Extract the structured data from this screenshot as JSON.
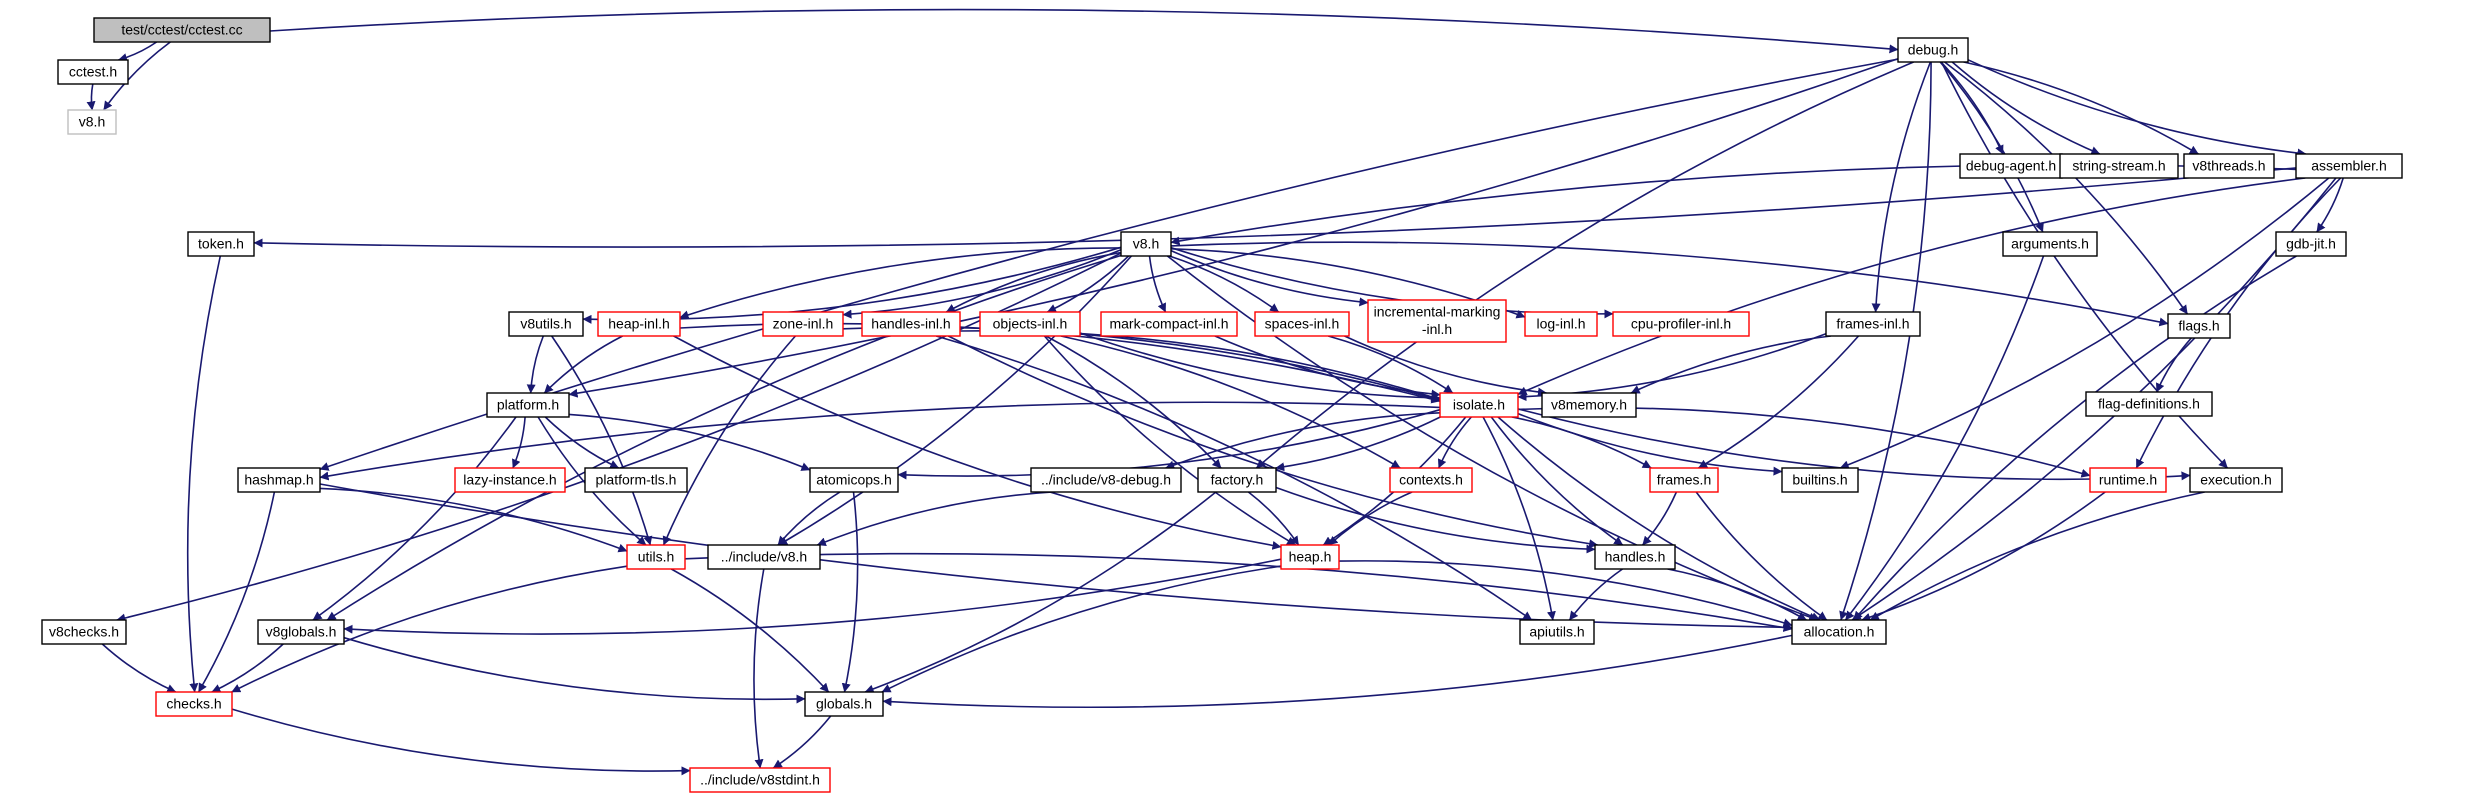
{
  "colors": {
    "edge": "#191970",
    "normal_border": "#000000",
    "incomplete_border": "#ff0000",
    "external_border": "#bfbfbf",
    "root_fill": "#bfbfbf",
    "background": "#ffffff"
  },
  "nodes": [
    {
      "id": "cctest_cc",
      "label": "test/cctest/cctest.cc",
      "style": "root"
    },
    {
      "id": "cctest_h",
      "label": "cctest.h",
      "style": "normal"
    },
    {
      "id": "v8_h_ext",
      "label": "v8.h",
      "style": "external"
    },
    {
      "id": "debug_h",
      "label": "debug.h",
      "style": "normal"
    },
    {
      "id": "debug_agent_h",
      "label": "debug-agent.h",
      "style": "normal"
    },
    {
      "id": "string_stream_h",
      "label": "string-stream.h",
      "style": "normal"
    },
    {
      "id": "v8threads_h",
      "label": "v8threads.h",
      "style": "normal"
    },
    {
      "id": "assembler_h",
      "label": "assembler.h",
      "style": "normal"
    },
    {
      "id": "token_h",
      "label": "token.h",
      "style": "normal"
    },
    {
      "id": "v8_h",
      "label": "v8.h",
      "style": "normal"
    },
    {
      "id": "arguments_h",
      "label": "arguments.h",
      "style": "normal"
    },
    {
      "id": "gdb_jit_h",
      "label": "gdb-jit.h",
      "style": "normal"
    },
    {
      "id": "v8utils_h",
      "label": "v8utils.h",
      "style": "normal"
    },
    {
      "id": "heap_inl_h",
      "label": "heap-inl.h",
      "style": "incomplete"
    },
    {
      "id": "zone_inl_h",
      "label": "zone-inl.h",
      "style": "incomplete"
    },
    {
      "id": "handles_inl_h",
      "label": "handles-inl.h",
      "style": "incomplete"
    },
    {
      "id": "objects_inl_h",
      "label": "objects-inl.h",
      "style": "incomplete"
    },
    {
      "id": "mark_compact_inl_h",
      "label": "mark-compact-inl.h",
      "style": "incomplete"
    },
    {
      "id": "spaces_inl_h",
      "label": "spaces-inl.h",
      "style": "incomplete"
    },
    {
      "id": "incremental_marking_inl_h",
      "label": "incremental-marking",
      "label2": "-inl.h",
      "style": "incomplete"
    },
    {
      "id": "log_inl_h",
      "label": "log-inl.h",
      "style": "incomplete"
    },
    {
      "id": "cpu_profiler_inl_h",
      "label": "cpu-profiler-inl.h",
      "style": "incomplete"
    },
    {
      "id": "frames_inl_h",
      "label": "frames-inl.h",
      "style": "normal"
    },
    {
      "id": "flags_h",
      "label": "flags.h",
      "style": "normal"
    },
    {
      "id": "flag_definitions_h",
      "label": "flag-definitions.h",
      "style": "normal"
    },
    {
      "id": "platform_h",
      "label": "platform.h",
      "style": "normal"
    },
    {
      "id": "isolate_h",
      "label": "isolate.h",
      "style": "incomplete"
    },
    {
      "id": "v8memory_h",
      "label": "v8memory.h",
      "style": "normal"
    },
    {
      "id": "hashmap_h",
      "label": "hashmap.h",
      "style": "normal"
    },
    {
      "id": "lazy_instance_h",
      "label": "lazy-instance.h",
      "style": "incomplete"
    },
    {
      "id": "platform_tls_h",
      "label": "platform-tls.h",
      "style": "normal"
    },
    {
      "id": "atomicops_h",
      "label": "atomicops.h",
      "style": "normal"
    },
    {
      "id": "include_v8_debug_h",
      "label": "../include/v8-debug.h",
      "style": "normal"
    },
    {
      "id": "factory_h",
      "label": "factory.h",
      "style": "normal"
    },
    {
      "id": "contexts_h",
      "label": "contexts.h",
      "style": "incomplete"
    },
    {
      "id": "frames_h",
      "label": "frames.h",
      "style": "incomplete"
    },
    {
      "id": "builtins_h",
      "label": "builtins.h",
      "style": "normal"
    },
    {
      "id": "runtime_h",
      "label": "runtime.h",
      "style": "incomplete"
    },
    {
      "id": "execution_h",
      "label": "execution.h",
      "style": "normal"
    },
    {
      "id": "utils_h",
      "label": "utils.h",
      "style": "incomplete"
    },
    {
      "id": "include_v8_h",
      "label": "../include/v8.h",
      "style": "normal"
    },
    {
      "id": "heap_h",
      "label": "heap.h",
      "style": "incomplete"
    },
    {
      "id": "handles_h",
      "label": "handles.h",
      "style": "normal"
    },
    {
      "id": "v8checks_h",
      "label": "v8checks.h",
      "style": "normal"
    },
    {
      "id": "v8globals_h",
      "label": "v8globals.h",
      "style": "normal"
    },
    {
      "id": "apiutils_h",
      "label": "apiutils.h",
      "style": "normal"
    },
    {
      "id": "allocation_h",
      "label": "allocation.h",
      "style": "normal"
    },
    {
      "id": "checks_h",
      "label": "checks.h",
      "style": "incomplete"
    },
    {
      "id": "globals_h",
      "label": "globals.h",
      "style": "normal"
    },
    {
      "id": "include_v8stdint_h",
      "label": "../include/v8stdint.h",
      "style": "incomplete"
    }
  ],
  "edges": [
    [
      "cctest_cc",
      "cctest_h"
    ],
    [
      "cctest_cc",
      "v8_h_ext"
    ],
    [
      "cctest_cc",
      "debug_h"
    ],
    [
      "cctest_h",
      "v8_h_ext"
    ],
    [
      "debug_h",
      "debug_agent_h"
    ],
    [
      "debug_h",
      "string_stream_h"
    ],
    [
      "debug_h",
      "v8threads_h"
    ],
    [
      "debug_h",
      "assembler_h"
    ],
    [
      "debug_h",
      "arguments_h"
    ],
    [
      "debug_h",
      "frames_inl_h"
    ],
    [
      "debug_h",
      "flags_h"
    ],
    [
      "debug_h",
      "execution_h"
    ],
    [
      "debug_h",
      "allocation_h"
    ],
    [
      "debug_h",
      "hashmap_h"
    ],
    [
      "debug_h",
      "platform_h"
    ],
    [
      "debug_h",
      "factory_h"
    ],
    [
      "assembler_h",
      "token_h"
    ],
    [
      "assembler_h",
      "v8_h"
    ],
    [
      "assembler_h",
      "gdb_jit_h"
    ],
    [
      "assembler_h",
      "isolate_h"
    ],
    [
      "assembler_h",
      "builtins_h"
    ],
    [
      "assembler_h",
      "runtime_h"
    ],
    [
      "assembler_h",
      "allocation_h"
    ],
    [
      "token_h",
      "checks_h"
    ],
    [
      "arguments_h",
      "allocation_h"
    ],
    [
      "gdb_jit_h",
      "allocation_h"
    ],
    [
      "v8_h",
      "v8utils_h"
    ],
    [
      "v8_h",
      "heap_inl_h"
    ],
    [
      "v8_h",
      "zone_inl_h"
    ],
    [
      "v8_h",
      "handles_inl_h"
    ],
    [
      "v8_h",
      "objects_inl_h"
    ],
    [
      "v8_h",
      "mark_compact_inl_h"
    ],
    [
      "v8_h",
      "spaces_inl_h"
    ],
    [
      "v8_h",
      "incremental_marking_inl_h"
    ],
    [
      "v8_h",
      "log_inl_h"
    ],
    [
      "v8_h",
      "cpu_profiler_inl_h"
    ],
    [
      "v8_h",
      "flags_h"
    ],
    [
      "v8_h",
      "allocation_h"
    ],
    [
      "v8_h",
      "v8checks_h"
    ],
    [
      "v8_h",
      "v8globals_h"
    ],
    [
      "v8_h",
      "include_v8_h"
    ],
    [
      "v8utils_h",
      "platform_h"
    ],
    [
      "v8utils_h",
      "utils_h"
    ],
    [
      "heap_inl_h",
      "platform_h"
    ],
    [
      "heap_inl_h",
      "isolate_h"
    ],
    [
      "heap_inl_h",
      "heap_h"
    ],
    [
      "zone_inl_h",
      "isolate_h"
    ],
    [
      "zone_inl_h",
      "utils_h"
    ],
    [
      "handles_inl_h",
      "isolate_h"
    ],
    [
      "handles_inl_h",
      "handles_h"
    ],
    [
      "handles_inl_h",
      "apiutils_h"
    ],
    [
      "objects_inl_h",
      "isolate_h"
    ],
    [
      "objects_inl_h",
      "factory_h"
    ],
    [
      "objects_inl_h",
      "heap_h"
    ],
    [
      "objects_inl_h",
      "contexts_h"
    ],
    [
      "mark_compact_inl_h",
      "isolate_h"
    ],
    [
      "spaces_inl_h",
      "isolate_h"
    ],
    [
      "spaces_inl_h",
      "v8memory_h"
    ],
    [
      "frames_inl_h",
      "isolate_h"
    ],
    [
      "frames_inl_h",
      "v8memory_h"
    ],
    [
      "frames_inl_h",
      "frames_h"
    ],
    [
      "flags_h",
      "flag_definitions_h"
    ],
    [
      "platform_h",
      "lazy_instance_h"
    ],
    [
      "platform_h",
      "platform_tls_h"
    ],
    [
      "platform_h",
      "atomicops_h"
    ],
    [
      "platform_h",
      "utils_h"
    ],
    [
      "platform_h",
      "v8globals_h"
    ],
    [
      "isolate_h",
      "hashmap_h"
    ],
    [
      "isolate_h",
      "atomicops_h"
    ],
    [
      "isolate_h",
      "include_v8_debug_h"
    ],
    [
      "isolate_h",
      "factory_h"
    ],
    [
      "isolate_h",
      "contexts_h"
    ],
    [
      "isolate_h",
      "frames_h"
    ],
    [
      "isolate_h",
      "builtins_h"
    ],
    [
      "isolate_h",
      "runtime_h"
    ],
    [
      "isolate_h",
      "execution_h"
    ],
    [
      "isolate_h",
      "heap_h"
    ],
    [
      "isolate_h",
      "handles_h"
    ],
    [
      "isolate_h",
      "apiutils_h"
    ],
    [
      "isolate_h",
      "allocation_h"
    ],
    [
      "hashmap_h",
      "utils_h"
    ],
    [
      "hashmap_h",
      "allocation_h"
    ],
    [
      "hashmap_h",
      "checks_h"
    ],
    [
      "atomicops_h",
      "include_v8_h"
    ],
    [
      "atomicops_h",
      "globals_h"
    ],
    [
      "include_v8_debug_h",
      "include_v8_h"
    ],
    [
      "factory_h",
      "heap_h"
    ],
    [
      "factory_h",
      "handles_h"
    ],
    [
      "factory_h",
      "globals_h"
    ],
    [
      "contexts_h",
      "heap_h"
    ],
    [
      "frames_h",
      "handles_h"
    ],
    [
      "frames_h",
      "allocation_h"
    ],
    [
      "runtime_h",
      "allocation_h"
    ],
    [
      "execution_h",
      "allocation_h"
    ],
    [
      "utils_h",
      "globals_h"
    ],
    [
      "utils_h",
      "checks_h"
    ],
    [
      "utils_h",
      "allocation_h"
    ],
    [
      "include_v8_h",
      "include_v8stdint_h"
    ],
    [
      "heap_h",
      "v8globals_h"
    ],
    [
      "heap_h",
      "globals_h"
    ],
    [
      "heap_h",
      "allocation_h"
    ],
    [
      "handles_h",
      "apiutils_h"
    ],
    [
      "handles_h",
      "allocation_h"
    ],
    [
      "v8checks_h",
      "checks_h"
    ],
    [
      "v8globals_h",
      "checks_h"
    ],
    [
      "v8globals_h",
      "globals_h"
    ],
    [
      "allocation_h",
      "globals_h"
    ],
    [
      "checks_h",
      "include_v8stdint_h"
    ],
    [
      "globals_h",
      "include_v8stdint_h"
    ]
  ]
}
